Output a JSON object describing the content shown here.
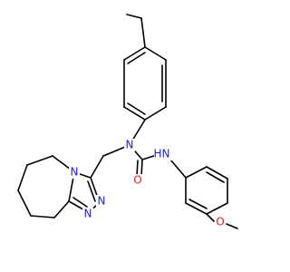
{
  "molecule": {
    "colors": {
      "carbon_bond": "#000000",
      "nitrogen": "#1f1fd6",
      "oxygen": "#e02020",
      "background": "#ffffff"
    },
    "atom_labels": {
      "n_amine": "N",
      "n_amide_h": "H",
      "n_amide": "N",
      "o_carbonyl": "O",
      "n_triazole_ring": "N",
      "n_triazole_a": "N",
      "n_triazole_b": "N",
      "o_methoxy": "O"
    }
  }
}
